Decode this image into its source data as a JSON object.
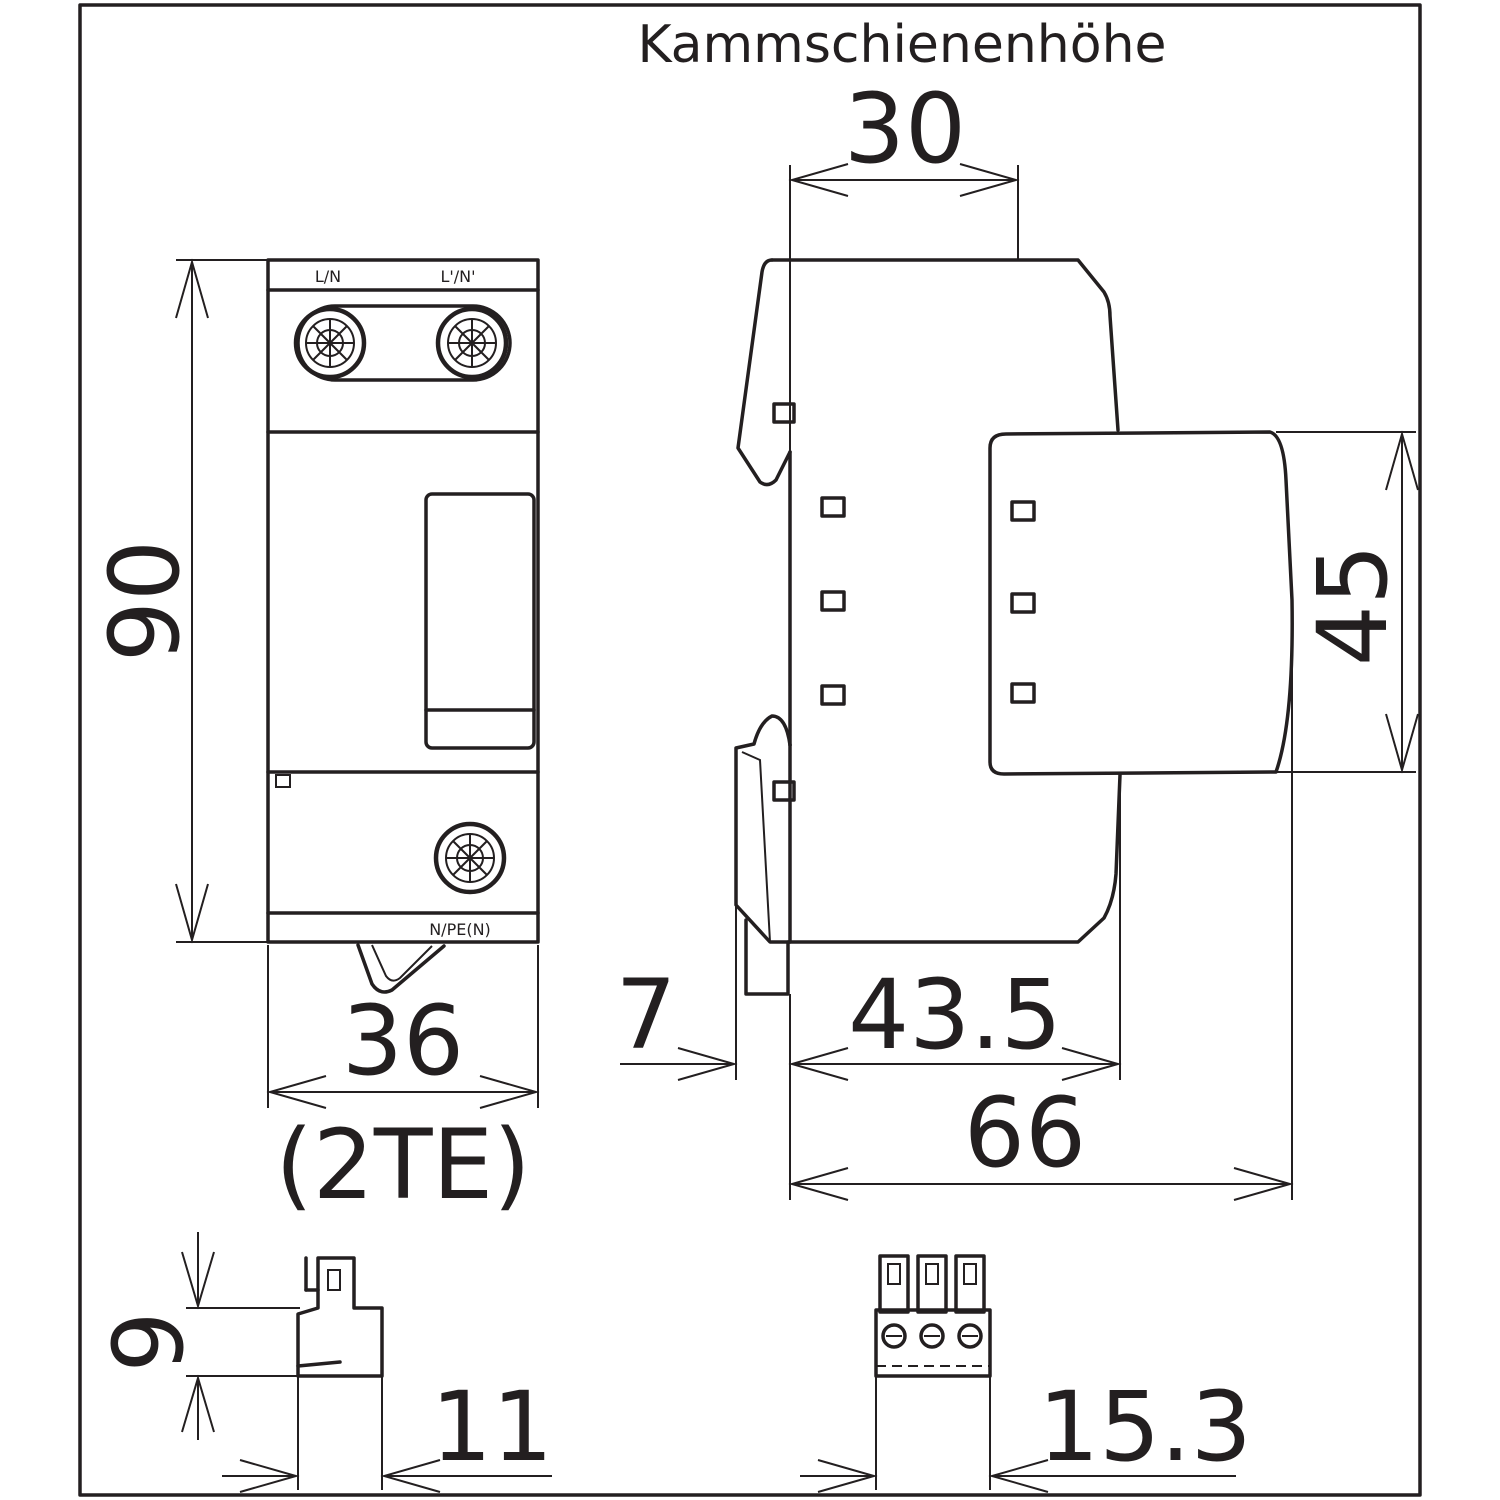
{
  "drawing": {
    "title": "Kammschienenhöhe",
    "terminal_labels": {
      "top_left": "L/N",
      "top_right": "L'/N'",
      "bottom": "N/PE(N)"
    },
    "dimensions": {
      "height": "90",
      "width": "36",
      "width_note": "(2TE)",
      "busbar_height": "30",
      "front_height": "45",
      "rail_offset": "7",
      "body_depth": "43.5",
      "total_depth": "66",
      "plug_height": "9",
      "plug_side_width": "11",
      "plug_front_width": "15.3"
    }
  }
}
